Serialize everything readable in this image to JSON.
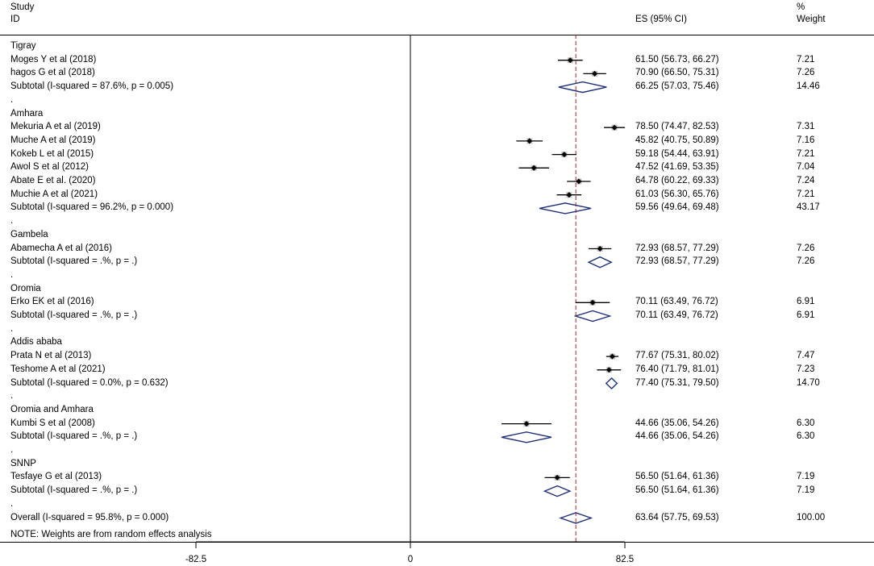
{
  "header": {
    "study_label": "Study",
    "id_label": "ID",
    "es_label": "ES (95% CI)",
    "pct_label": "%",
    "weight_label": "Weight"
  },
  "note": "NOTE: Weights are from random effects analysis",
  "axis": {
    "ticks": [
      {
        "value": -82.5,
        "label": "-82.5"
      },
      {
        "value": 0,
        "label": "0"
      },
      {
        "value": 82.5,
        "label": "82.5"
      }
    ],
    "reference_line": 63.64
  },
  "colors": {
    "diamond": "#1f2f7a",
    "dashed_line": "#b22222",
    "point": "#000000",
    "weight_box": "#9a9a9a"
  },
  "rows": [
    {
      "kind": "group",
      "label": "Tigray"
    },
    {
      "kind": "study",
      "label": "Moges Y et al (2018)",
      "es": 61.5,
      "lo": 56.73,
      "hi": 66.27,
      "ci": "61.50 (56.73, 66.27)",
      "weight": "7.21"
    },
    {
      "kind": "study",
      "label": "hagos G et al (2018)",
      "es": 70.9,
      "lo": 66.5,
      "hi": 75.31,
      "ci": "70.90 (66.50, 75.31)",
      "weight": "7.26"
    },
    {
      "kind": "subtotal",
      "label": "Subtotal  (I-squared = 87.6%, p = 0.005)",
      "es": 66.25,
      "lo": 57.03,
      "hi": 75.46,
      "ci": "66.25 (57.03, 75.46)",
      "weight": "14.46"
    },
    {
      "kind": "dot",
      "label": "."
    },
    {
      "kind": "group",
      "label": "Amhara"
    },
    {
      "kind": "study",
      "label": "Mekuria A et al (2019)",
      "es": 78.5,
      "lo": 74.47,
      "hi": 82.53,
      "ci": "78.50 (74.47, 82.53)",
      "weight": "7.31"
    },
    {
      "kind": "study",
      "label": "Muche A et al (2019)",
      "es": 45.82,
      "lo": 40.75,
      "hi": 50.89,
      "ci": "45.82 (40.75, 50.89)",
      "weight": "7.16"
    },
    {
      "kind": "study",
      "label": "Kokeb L et al (2015)",
      "es": 59.18,
      "lo": 54.44,
      "hi": 63.91,
      "ci": "59.18 (54.44, 63.91)",
      "weight": "7.21"
    },
    {
      "kind": "study",
      "label": "Awol S et al (2012)",
      "es": 47.52,
      "lo": 41.69,
      "hi": 53.35,
      "ci": "47.52 (41.69, 53.35)",
      "weight": "7.04"
    },
    {
      "kind": "study",
      "label": "Abate E et al. (2020)",
      "es": 64.78,
      "lo": 60.22,
      "hi": 69.33,
      "ci": "64.78 (60.22, 69.33)",
      "weight": "7.24"
    },
    {
      "kind": "study",
      "label": "Muchie A et al (2021)",
      "es": 61.03,
      "lo": 56.3,
      "hi": 65.76,
      "ci": "61.03 (56.30, 65.76)",
      "weight": "7.21"
    },
    {
      "kind": "subtotal",
      "label": "Subtotal  (I-squared = 96.2%, p = 0.000)",
      "es": 59.56,
      "lo": 49.64,
      "hi": 69.48,
      "ci": "59.56 (49.64, 69.48)",
      "weight": "43.17"
    },
    {
      "kind": "dot",
      "label": "."
    },
    {
      "kind": "group",
      "label": "Gambela"
    },
    {
      "kind": "study",
      "label": "Abamecha A et al (2016)",
      "es": 72.93,
      "lo": 68.57,
      "hi": 77.29,
      "ci": "72.93 (68.57, 77.29)",
      "weight": "7.26"
    },
    {
      "kind": "subtotal",
      "label": "Subtotal  (I-squared = .%, p = .)",
      "es": 72.93,
      "lo": 68.57,
      "hi": 77.29,
      "ci": "72.93 (68.57, 77.29)",
      "weight": "7.26"
    },
    {
      "kind": "dot",
      "label": "."
    },
    {
      "kind": "group",
      "label": "Oromia"
    },
    {
      "kind": "study",
      "label": "Erko EK et al (2016)",
      "es": 70.11,
      "lo": 63.49,
      "hi": 76.72,
      "ci": "70.11 (63.49, 76.72)",
      "weight": "6.91"
    },
    {
      "kind": "subtotal",
      "label": "Subtotal  (I-squared = .%, p = .)",
      "es": 70.11,
      "lo": 63.49,
      "hi": 76.72,
      "ci": "70.11 (63.49, 76.72)",
      "weight": "6.91"
    },
    {
      "kind": "dot",
      "label": "."
    },
    {
      "kind": "group",
      "label": "Addis ababa"
    },
    {
      "kind": "study",
      "label": "Prata N et al (2013)",
      "es": 77.67,
      "lo": 75.31,
      "hi": 80.02,
      "ci": "77.67 (75.31, 80.02)",
      "weight": "7.47"
    },
    {
      "kind": "study",
      "label": "Teshome A et al (2021)",
      "es": 76.4,
      "lo": 71.79,
      "hi": 81.01,
      "ci": "76.40 (71.79, 81.01)",
      "weight": "7.23"
    },
    {
      "kind": "subtotal",
      "label": "Subtotal  (I-squared = 0.0%, p = 0.632)",
      "es": 77.4,
      "lo": 75.31,
      "hi": 79.5,
      "ci": "77.40 (75.31, 79.50)",
      "weight": "14.70"
    },
    {
      "kind": "dot",
      "label": "."
    },
    {
      "kind": "group",
      "label": "Oromia and Amhara"
    },
    {
      "kind": "study",
      "label": "Kumbi S  et al (2008)",
      "es": 44.66,
      "lo": 35.06,
      "hi": 54.26,
      "ci": "44.66 (35.06, 54.26)",
      "weight": "6.30"
    },
    {
      "kind": "subtotal",
      "label": "Subtotal  (I-squared = .%, p = .)",
      "es": 44.66,
      "lo": 35.06,
      "hi": 54.26,
      "ci": "44.66 (35.06, 54.26)",
      "weight": "6.30"
    },
    {
      "kind": "dot",
      "label": "."
    },
    {
      "kind": "group",
      "label": "SNNP"
    },
    {
      "kind": "study",
      "label": "Tesfaye G et al (2013)",
      "es": 56.5,
      "lo": 51.64,
      "hi": 61.36,
      "ci": "56.50 (51.64, 61.36)",
      "weight": "7.19"
    },
    {
      "kind": "subtotal",
      "label": "Subtotal  (I-squared = .%, p = .)",
      "es": 56.5,
      "lo": 51.64,
      "hi": 61.36,
      "ci": "56.50 (51.64, 61.36)",
      "weight": "7.19"
    },
    {
      "kind": "dot",
      "label": "."
    },
    {
      "kind": "overall",
      "label": "Overall  (I-squared = 95.8%, p = 0.000)",
      "es": 63.64,
      "lo": 57.75,
      "hi": 69.53,
      "ci": "63.64 (57.75, 69.53)",
      "weight": "100.00"
    }
  ],
  "chart_data": {
    "type": "scatter",
    "title": "",
    "xlabel": "",
    "ylabel": "",
    "xlim": [
      -82.5,
      82.5
    ],
    "x_ticks": [
      -82.5,
      0,
      82.5
    ],
    "reference_line": 63.64,
    "grid": false,
    "series": [
      {
        "points": [
          {
            "study": "Moges Y et al (2018)",
            "es": 61.5,
            "lo": 56.73,
            "hi": 66.27,
            "weight": 7.21
          },
          {
            "study": "hagos G et al (2018)",
            "es": 70.9,
            "lo": 66.5,
            "hi": 75.31,
            "weight": 7.26
          },
          {
            "study": "Mekuria A et al (2019)",
            "es": 78.5,
            "lo": 74.47,
            "hi": 82.53,
            "weight": 7.31
          },
          {
            "study": "Muche A et al (2019)",
            "es": 45.82,
            "lo": 40.75,
            "hi": 50.89,
            "weight": 7.16
          },
          {
            "study": "Kokeb L et al (2015)",
            "es": 59.18,
            "lo": 54.44,
            "hi": 63.91,
            "weight": 7.21
          },
          {
            "study": "Awol S et al (2012)",
            "es": 47.52,
            "lo": 41.69,
            "hi": 53.35,
            "weight": 7.04
          },
          {
            "study": "Abate E et al. (2020)",
            "es": 64.78,
            "lo": 60.22,
            "hi": 69.33,
            "weight": 7.24
          },
          {
            "study": "Muchie A et al (2021)",
            "es": 61.03,
            "lo": 56.3,
            "hi": 65.76,
            "weight": 7.21
          },
          {
            "study": "Abamecha A et al (2016)",
            "es": 72.93,
            "lo": 68.57,
            "hi": 77.29,
            "weight": 7.26
          },
          {
            "study": "Erko EK et al (2016)",
            "es": 70.11,
            "lo": 63.49,
            "hi": 76.72,
            "weight": 6.91
          },
          {
            "study": "Prata N et al (2013)",
            "es": 77.67,
            "lo": 75.31,
            "hi": 80.02,
            "weight": 7.47
          },
          {
            "study": "Teshome A et al (2021)",
            "es": 76.4,
            "lo": 71.79,
            "hi": 81.01,
            "weight": 7.23
          },
          {
            "study": "Kumbi S  et al (2008)",
            "es": 44.66,
            "lo": 35.06,
            "hi": 54.26,
            "weight": 6.3
          },
          {
            "study": "Tesfaye G et al (2013)",
            "es": 56.5,
            "lo": 51.64,
            "hi": 61.36,
            "weight": 7.19
          }
        ]
      },
      {
        "points": [
          {
            "study": "Tigray",
            "es": 66.25,
            "lo": 57.03,
            "hi": 75.46,
            "weight": 14.46
          },
          {
            "study": "Amhara",
            "es": 59.56,
            "lo": 49.64,
            "hi": 69.48,
            "weight": 43.17
          },
          {
            "study": "Gambela",
            "es": 72.93,
            "lo": 68.57,
            "hi": 77.29,
            "weight": 7.26
          },
          {
            "study": "Oromia",
            "es": 70.11,
            "lo": 63.49,
            "hi": 76.72,
            "weight": 6.91
          },
          {
            "study": "Addis ababa",
            "es": 77.4,
            "lo": 75.31,
            "hi": 79.5,
            "weight": 14.7
          },
          {
            "study": "Oromia and Amhara",
            "es": 44.66,
            "lo": 35.06,
            "hi": 54.26,
            "weight": 6.3
          },
          {
            "study": "SNNP",
            "es": 56.5,
            "lo": 51.64,
            "hi": 61.36,
            "weight": 7.19
          },
          {
            "study": "Overall",
            "es": 63.64,
            "lo": 57.75,
            "hi": 69.53,
            "weight": 100.0
          }
        ]
      }
    ]
  }
}
